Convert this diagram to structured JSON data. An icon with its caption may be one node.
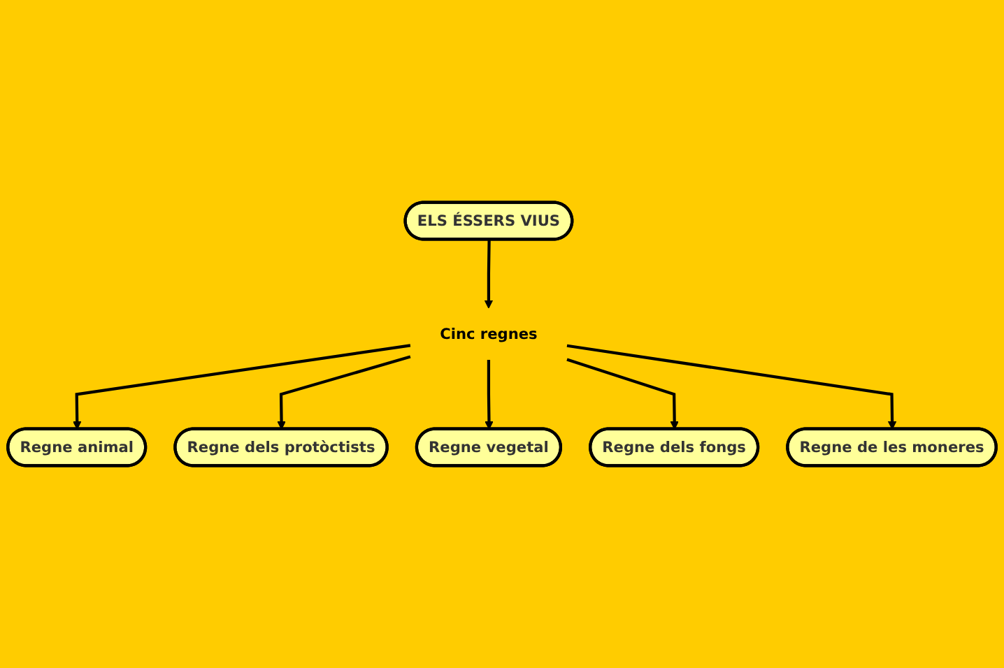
{
  "diagram": {
    "nodes": [
      {
        "text": [
          "ELS ÉSSERS VIUS"
        ]
      },
      {
        "text": [
          "Cinc regnes"
        ]
      },
      {
        "text": [
          "Regne animal"
        ]
      },
      {
        "text": [
          "Regne dels protòctists"
        ]
      },
      {
        "text": [
          "Regne vegetal"
        ]
      },
      {
        "text": [
          "Regne dels fongs"
        ]
      },
      {
        "text": [
          "Regne de les moneres"
        ]
      }
    ],
    "edges": [
      {
        "from": 0,
        "to": 1,
        "arrow": "to"
      },
      {
        "from": 1,
        "to": 2,
        "arrow": "to"
      },
      {
        "from": 1,
        "to": 3,
        "arrow": "to"
      },
      {
        "from": 1,
        "to": 4,
        "arrow": "to"
      },
      {
        "from": 1,
        "to": 5,
        "arrow": "to"
      },
      {
        "from": 1,
        "to": 6,
        "arrow": "to"
      }
    ]
  }
}
